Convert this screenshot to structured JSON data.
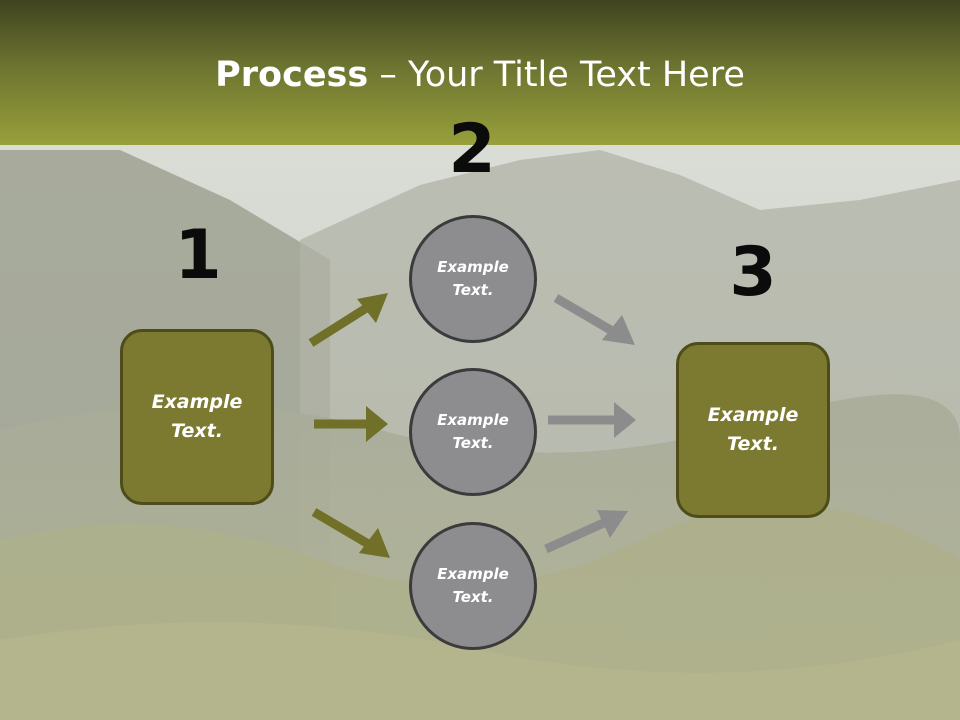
{
  "title": {
    "bold": "Process",
    "rest": " – Your Title Text Here"
  },
  "steps": {
    "one": "1",
    "two": "2",
    "three": "3"
  },
  "left_box": {
    "label": "Example Text."
  },
  "circles": [
    {
      "label": "Example Text."
    },
    {
      "label": "Example Text."
    },
    {
      "label": "Example Text."
    }
  ],
  "right_box": {
    "label": "Example Text."
  },
  "colors": {
    "header_top": "#3f4320",
    "header_bottom": "#98a03b",
    "box_fill": "#7b7a30",
    "circle_fill": "#8d8c8e",
    "arrow_olive": "#707029",
    "arrow_gray": "#8c8c8c"
  }
}
